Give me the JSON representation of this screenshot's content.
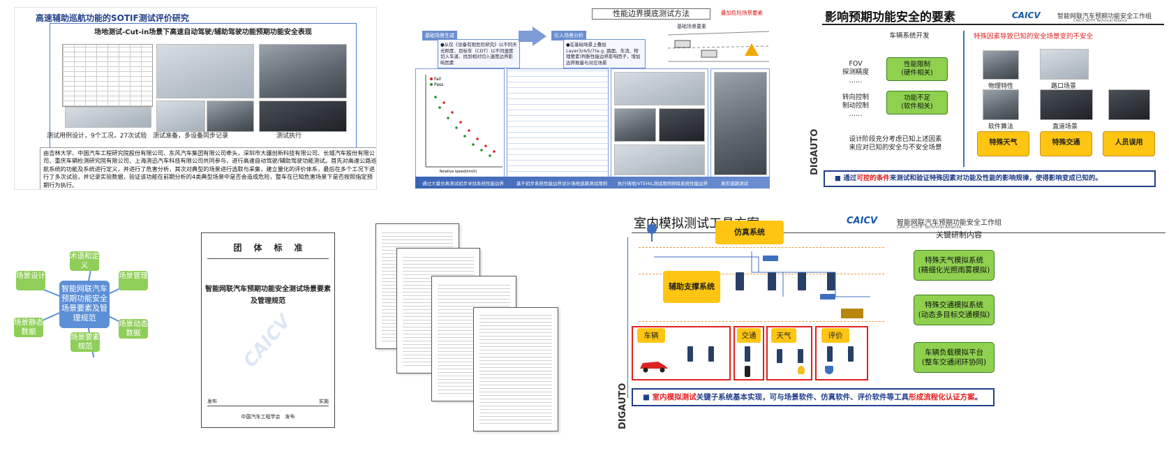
{
  "slide1": {
    "title": "高速辅助巡航功能的SOTIF测试评价研究",
    "subtitle": "场地测试-Cut-in场景下高速自动驾驶/辅助驾驶功能预期功能安全表现",
    "caption_left": "测试用例设计，9个工况，27次试验",
    "caption_mid": "测试准备，多设备同步记录",
    "caption_right": "测试执行",
    "body": "由吉林大学、中国汽车工程研究院股份有限公司、东风汽车集团有限公司牵头，深圳市大疆创新科技有限公司、长城汽车股份有限公司、重庆车辆检测研究院有限公司、上海测迅汽车科技有限公司共同参与，进行高速自动驾驶/辅助驾驶功能测试。首先对高速公路巡航系统的功能及系统进行定义，并进行了危害分析，其次对典型的场景进行选取与采集，建立量化的评价体系，最后在多个工况下进行了多次试验，并记录实验数据，验证该功能在前期分析的4类典型场景中是否会造成危险，整车在已知危害场景下是否按照指定预期行为执行。"
  },
  "slide2": {
    "title": "性能边界摸底测试方法",
    "red_label": "叠加危险场景要素",
    "blue_label_1": "基础场景生成",
    "blue_label_2": "引入场景分析",
    "base_label": "基础场景要素",
    "note1": "●从仅《设备有限危险研究》以不同天光照度、目标车（CDT）以不同速度切入车道，找到相对切入速度边界影响因素",
    "note2": "●在基础场景上叠加Layer3/4/5/7(e.g. 路面、车流、物理要素)判断性能边界影响因子，增加边界数量与对应场景",
    "band": [
      "通过大量仿真测试初步寻找系统性能边界",
      "基于初步系统性能边界设计场地道路测试用例",
      "执行场地/VTEHIL测试用例排除系统性能边界",
      "真实道路测试"
    ],
    "legend_pass": "Pass",
    "legend_fail": "Fail",
    "chart_xlabel": "Relative speed(km/h)"
  },
  "slide3": {
    "title": "影响预期功能安全的要素",
    "logo_mark": "CAICV",
    "logo_text": "智能网联汽车预期功能安全工作组",
    "logo_sub": "CAICV SOTIF Technical Alliance",
    "vehicle_dev": "车辆系统开发",
    "fov": "FOV\n探测精度\n……",
    "steer": "转向控制\n制动控制\n……",
    "perf_limit": "性能限制\n(硬件相关)",
    "func_insuff": "功能不足\n(软件相关)",
    "design_stage": "设计阶段充分考虑已知上述因素\n来应对已知的安全与不安全场景",
    "red_head": "特殊因素导致已知的安全场景变的不安全",
    "img_caps": [
      "物理特性",
      "路口场景",
      "软件算法",
      "直道场景"
    ],
    "yellow": [
      "特殊天气",
      "特殊交通",
      "人员误用"
    ],
    "bottom_pre": "通过",
    "bottom_hl": "可控的条件",
    "bottom_post": "来测试和验证特殊因素对功能及性能的影响规律，使得影响变成已知的。",
    "vert_logo": "DIGAUTO"
  },
  "slide4": {
    "center": "智能网联汽车预期功能安全场景要素及管理规范",
    "nodes": [
      "术语和定义",
      "场景管理",
      "场景动态数据",
      "场景要素规范",
      "场景静态数据",
      "场景设计"
    ]
  },
  "slide5": {
    "head": "团体标准",
    "doc_title": "智能网联汽车预期功能安全测试场景要素及管理规范",
    "pub_left": "发布",
    "pub_right": "实施",
    "footer": "中国汽车工程学会　发布",
    "watermark": "CAICV"
  },
  "slide7": {
    "title": "室内模拟测试工具方案",
    "logo_mark": "CAICV",
    "logo_text": "智能网联汽车预期功能安全工作组",
    "logo_sub": "CAICV SOTIF Technical Alliance",
    "sim_system": "仿真系统",
    "support_system": "辅助支撑系统",
    "vehicle": "车辆",
    "traffic": "交通",
    "weather": "天气",
    "evaluation": "评价",
    "key_title": "关键研制内容",
    "green": [
      "特殊天气模拟系统\n(精细化光照雨雾模拟)",
      "特殊交通模拟系统\n(动态多目标交通模拟)",
      "车辆负载模拟平台\n(整车交通闭环协同)"
    ],
    "bottom_hl1": "室内模拟测试",
    "bottom_mid": "关键子系统基本实现，可与场景软件、仿真软件、评价软件等工具",
    "bottom_hl2": "形成流程化认证方案",
    "bottom_end": "。",
    "vert_logo": "DIGAUTO"
  },
  "colors": {
    "accent_blue": "#1f3f8a",
    "green_box": "#8fd14f",
    "yellow_box": "#ffc512",
    "highlight_red": "#e02020"
  }
}
